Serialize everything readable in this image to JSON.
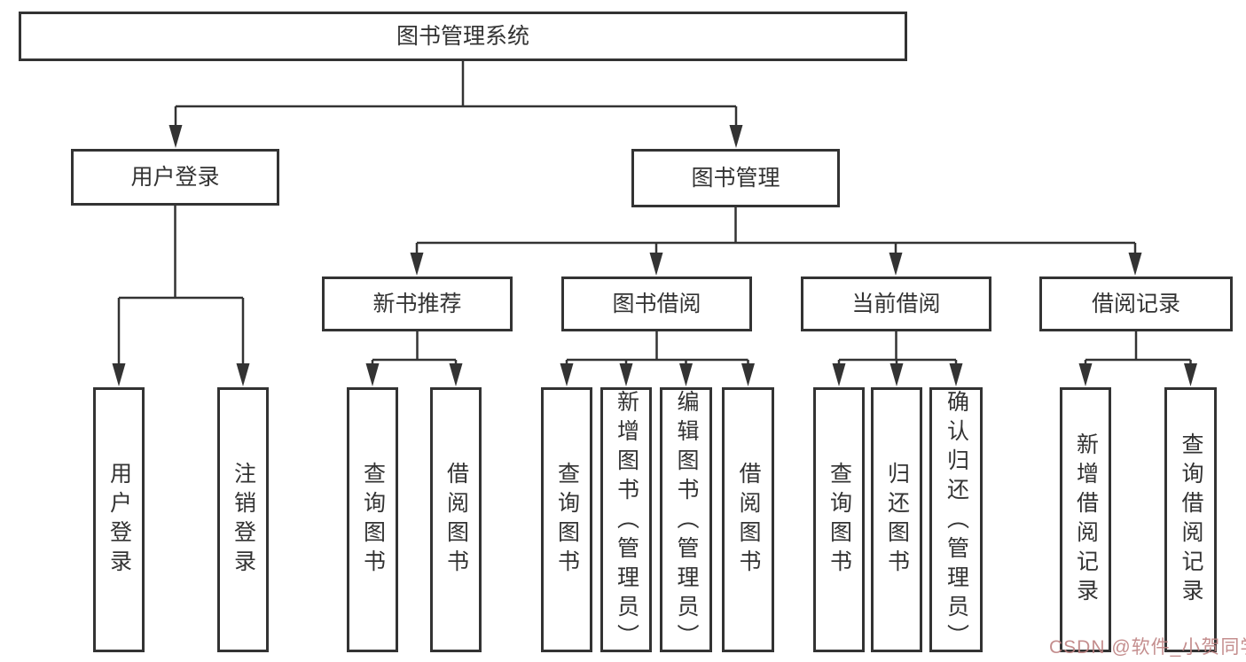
{
  "diagram": {
    "tree": {
      "label": "图书管理系统",
      "children": [
        {
          "label": "用户登录",
          "children": [
            {
              "label": "用户登录"
            },
            {
              "label": "注销登录"
            }
          ]
        },
        {
          "label": "图书管理",
          "children": [
            {
              "label": "新书推荐",
              "children": [
                {
                  "label": "查询图书"
                },
                {
                  "label": "借阅图书"
                }
              ]
            },
            {
              "label": "图书借阅",
              "children": [
                {
                  "label": "查询图书"
                },
                {
                  "label": "新增图书（管理员）"
                },
                {
                  "label": "编辑图书（管理员）"
                },
                {
                  "label": "借阅图书"
                }
              ]
            },
            {
              "label": "当前借阅",
              "children": [
                {
                  "label": "查询图书"
                },
                {
                  "label": "归还图书"
                },
                {
                  "label": "确认归还（管理员）"
                }
              ]
            },
            {
              "label": "借阅记录",
              "children": [
                {
                  "label": "新增借阅记录"
                },
                {
                  "label": "查询借阅记录"
                }
              ]
            }
          ]
        }
      ]
    },
    "colors": {
      "line": "#333333",
      "box_border": "#333333",
      "text": "#333333",
      "background": "#ffffff"
    }
  },
  "watermark": {
    "text": "CSDN @软件_小贺同学",
    "color": "#be8282"
  }
}
